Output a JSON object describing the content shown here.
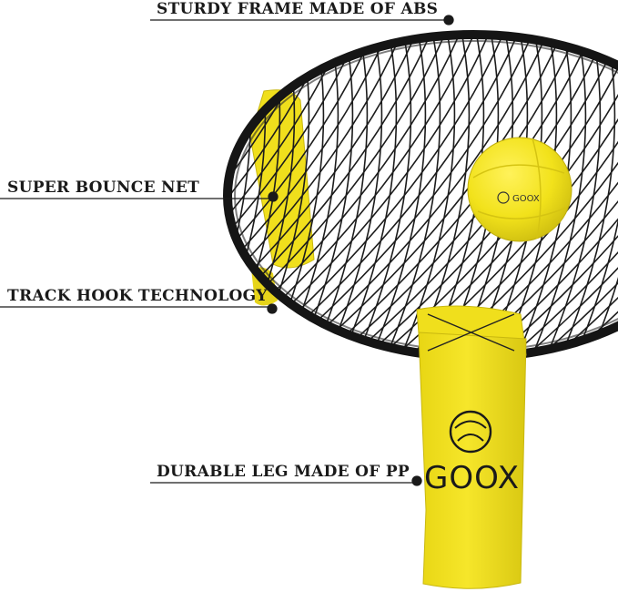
{
  "callouts": {
    "frame": "STURDY FRAME MADE OF ABS",
    "net": "SUPER BOUNCE NET",
    "hook": "TRACK HOOK TECHNOLOGY",
    "leg": "DURABLE LEG MADE OF PP"
  },
  "brand": {
    "ball_logo": "GOOX",
    "leg_logo": "GOOX"
  },
  "colors": {
    "frame": "#151515",
    "net": "#1c1c1c",
    "yellow": "#f2e21b",
    "yellow_shade": "#cdbd10",
    "text": "#1a1a1a"
  }
}
